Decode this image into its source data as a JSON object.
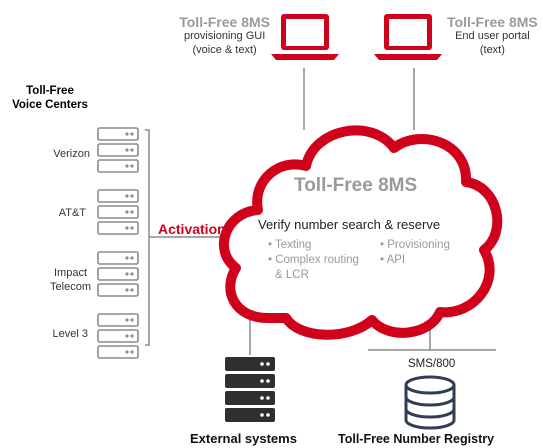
{
  "voice_centers": {
    "heading_line1": "Toll-Free",
    "heading_line2": "Voice Centers",
    "items": [
      {
        "line1": "Verizon",
        "line2": ""
      },
      {
        "line1": "AT&T",
        "line2": ""
      },
      {
        "line1": "Impact",
        "line2": "Telecom"
      },
      {
        "line1": "Level 3",
        "line2": ""
      }
    ]
  },
  "provisioning_gui": {
    "title": "Toll-Free 8MS",
    "line1": "provisioning GUI",
    "line2": "(voice & text)"
  },
  "end_user_portal": {
    "title": "Toll-Free 8MS",
    "line1": "End user portal",
    "line2": "(text)"
  },
  "activation_label": "Activation",
  "cloud": {
    "title": "Toll-Free 8MS",
    "subtitle": "Verify number search & reserve",
    "features_left": [
      "• Texting",
      "• Complex routing",
      "& LCR"
    ],
    "features_right": [
      "• Provisioning",
      "• API"
    ]
  },
  "external_systems_label": "External systems",
  "registry": {
    "connector_label": "SMS/800",
    "label": "Toll-Free Number Registry"
  },
  "colors": {
    "accent_red": "#d0021b",
    "server_gray": "#8c8c8c",
    "dark_server": "#2f2f2f",
    "text_gray": "#9a9a9a"
  }
}
